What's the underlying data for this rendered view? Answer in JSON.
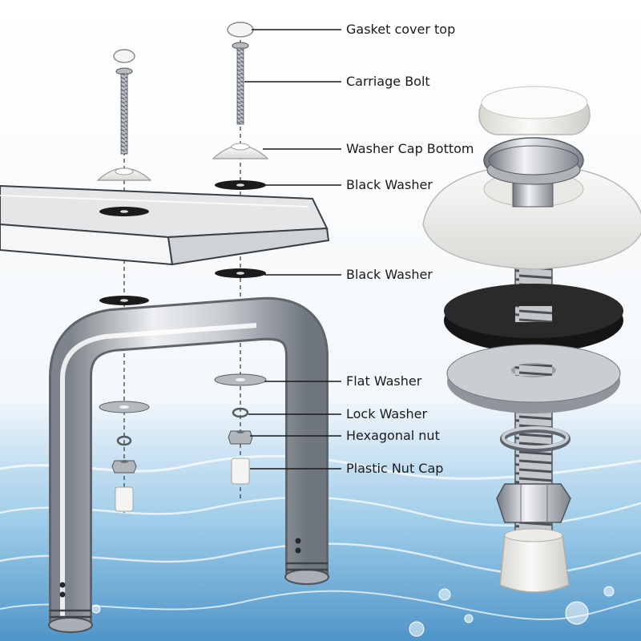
{
  "labels": {
    "gasket_cover_top": "Gasket cover top",
    "carriage_bolt": "Carriage Bolt",
    "washer_cap_bottom": "Washer Cap Bottom",
    "black_washer_top": "Black Washer",
    "black_washer_bottom": "Black Washer",
    "flat_washer": "Flat Washer",
    "lock_washer": "Lock Washer",
    "hexagonal_nut": "Hexagonal nut",
    "plastic_nut_cap": "Plastic Nut Cap"
  },
  "colors": {
    "water_light": "#e6f1fa",
    "water_mid": "#9ccbe8",
    "water_deep": "#4f95c8",
    "steel": "#c7ccd1",
    "steel_dark": "#7d848b",
    "rubber": "#1b1b1b",
    "plastic_white": "#f3f3f1",
    "label_text": "#1a1a1a"
  }
}
